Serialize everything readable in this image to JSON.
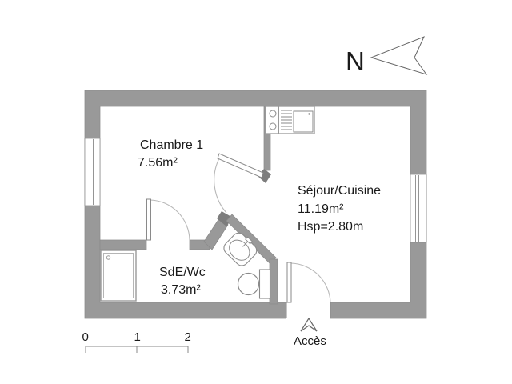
{
  "floorplan": {
    "rooms": [
      {
        "name": "Chambre 1",
        "area": "7.56m²"
      },
      {
        "name": "Séjour/Cuisine",
        "area": "11.19m²",
        "ceiling_height": "Hsp=2.80m"
      },
      {
        "name": "SdE/Wc",
        "area": "3.73m²"
      }
    ],
    "entrance": {
      "label": "Accès"
    },
    "compass": {
      "label": "N"
    },
    "scale_bar": {
      "ticks": [
        "0",
        "1",
        "2"
      ]
    },
    "fixtures": [
      "kitchen-unit",
      "stove-burners",
      "kitchen-sink",
      "shower-tray",
      "washbasin",
      "toilet"
    ],
    "colors": {
      "wall": "#999999",
      "wall_end_cap": "#7d7d7d",
      "wall_outline": "#8a8a8a",
      "door_arc": "#b8b8b8",
      "text": "#1a1a1a",
      "background": "#ffffff"
    }
  }
}
